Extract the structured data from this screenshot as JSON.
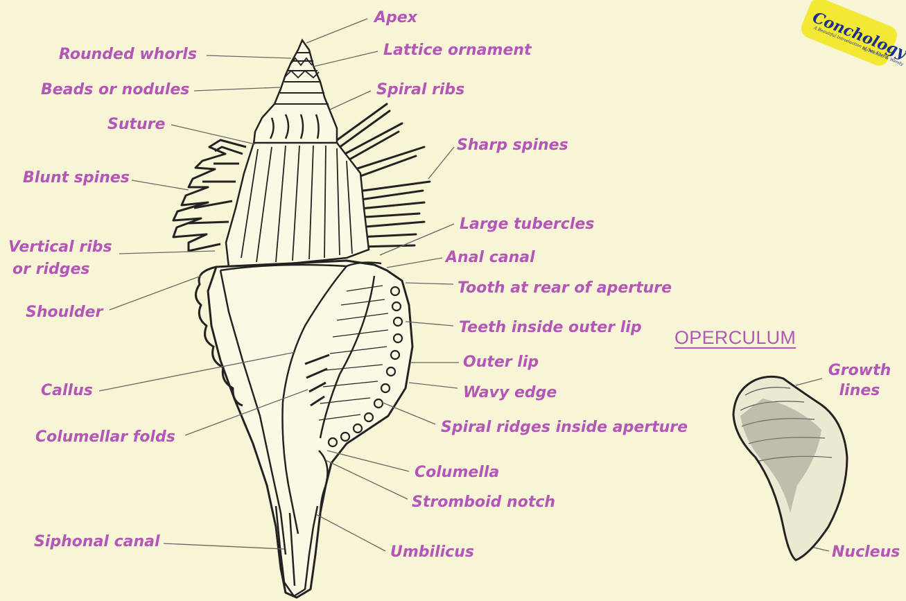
{
  "labels": {
    "apex": "Apex",
    "rounded_whorls": "Rounded whorls",
    "lattice_ornament": "Lattice ornament",
    "beads_or_nodules": "Beads or nodules",
    "spiral_ribs": "Spiral ribs",
    "suture": "Suture",
    "sharp_spines": "Sharp spines",
    "blunt_spines": "Blunt spines",
    "large_tubercles": "Large tubercles",
    "vertical_ribs_line1": "Vertical ribs",
    "vertical_ribs_line2": "or ridges",
    "anal_canal": "Anal canal",
    "tooth_rear_aperture": "Tooth at rear of aperture",
    "shoulder": "Shoulder",
    "teeth_outer_lip": "Teeth inside outer lip",
    "outer_lip": "Outer lip",
    "callus": "Callus",
    "wavy_edge": "Wavy edge",
    "columellar_folds": "Columellar folds",
    "spiral_ridges_aperture": "Spiral ridges inside aperture",
    "columella": "Columella",
    "stromboid_notch": "Stromboid notch",
    "siphonal_canal": "Siphonal canal",
    "umbilicus": "Umbilicus"
  },
  "operculum": {
    "title": "OPERCULUM",
    "growth_line1": "Growth",
    "growth_line2": "lines",
    "nucleus": "Nucleus"
  },
  "logo": {
    "wordmark": "Conchology",
    "tagline": "A Beautiful Introduction of Sea Shells",
    "byline": "by Michael & Wendy"
  }
}
